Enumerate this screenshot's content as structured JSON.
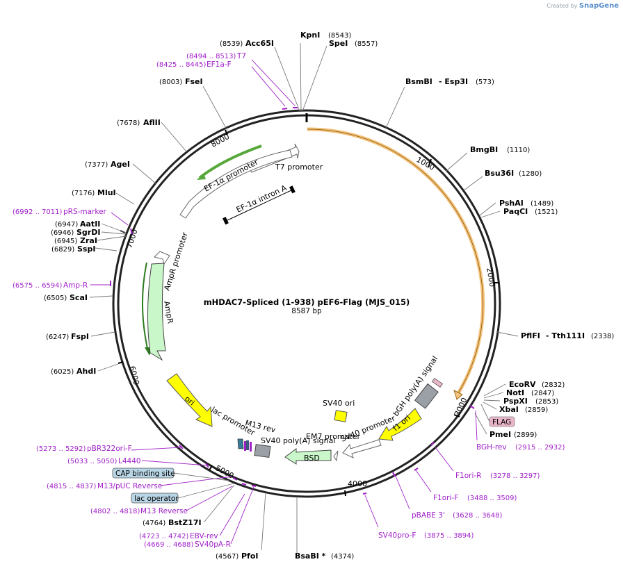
{
  "watermark": {
    "prefix": "Created by",
    "brand": "SnapGene"
  },
  "map": {
    "title": "mHDAC7-Spliced (1-938) pEF6-Flag (MJS_015)",
    "size_label": "8587 bp",
    "total_bp": 8587
  },
  "ticks": [
    "1000",
    "2000",
    "3000",
    "4000",
    "5000",
    "6000",
    "7000",
    "8000"
  ],
  "enzymes": [
    {
      "name": "KpnI",
      "pos": "(8543)"
    },
    {
      "name": "SpeI",
      "pos": "(8557)"
    },
    {
      "name": "Acc65I",
      "pos": "(8539)"
    },
    {
      "name": "BsmBI",
      "extra": "- Esp3I",
      "pos": "(573)"
    },
    {
      "name": "FseI",
      "pos": "(8003)"
    },
    {
      "name": "AflII",
      "pos": "(7678)"
    },
    {
      "name": "BmgBI",
      "pos": "(1110)"
    },
    {
      "name": "AgeI",
      "pos": "(7377)"
    },
    {
      "name": "Bsu36I",
      "pos": "(1280)"
    },
    {
      "name": "MluI",
      "pos": "(7176)"
    },
    {
      "name": "PshAI",
      "pos": "(1489)"
    },
    {
      "name": "PaqCI",
      "pos": "(1521)"
    },
    {
      "name": "AatII",
      "pos": "(6947)"
    },
    {
      "name": "SgrDI",
      "pos": "(6946)"
    },
    {
      "name": "ZraI",
      "pos": "(6945)"
    },
    {
      "name": "SspI",
      "pos": "(6829)"
    },
    {
      "name": "ScaI",
      "pos": "(6505)"
    },
    {
      "name": "FspI",
      "pos": "(6247)"
    },
    {
      "name": "PflFI",
      "extra": "- Tth111I",
      "pos": "(2338)"
    },
    {
      "name": "AhdI",
      "pos": "(6025)"
    },
    {
      "name": "EcoRV",
      "pos": "(2832)"
    },
    {
      "name": "NotI",
      "pos": "(2847)"
    },
    {
      "name": "PspXI",
      "pos": "(2853)"
    },
    {
      "name": "XbaI",
      "pos": "(2859)"
    },
    {
      "name": "PmeI",
      "pos": "(2899)"
    },
    {
      "name": "BstZ17I",
      "pos": "(4764)"
    },
    {
      "name": "PfoI",
      "pos": "(4567)"
    },
    {
      "name": "BsaBI *",
      "pos": "(4374)"
    }
  ],
  "primers": [
    {
      "name": "T7",
      "pos": "(8494 .. 8513)"
    },
    {
      "name": "EF1a-F",
      "pos": "(8425 .. 8445)"
    },
    {
      "name": "pRS-marker",
      "pos": "(6992 .. 7011)"
    },
    {
      "name": "Amp-R",
      "pos": "(6575 .. 6594)"
    },
    {
      "name": "BGH-rev",
      "pos": "(2915 .. 2932)"
    },
    {
      "name": "F1ori-R",
      "pos": "(3278 .. 3297)"
    },
    {
      "name": "F1ori-F",
      "pos": "(3488 .. 3509)"
    },
    {
      "name": "pBABE 3'",
      "pos": "(3628 .. 3648)"
    },
    {
      "name": "SV40pro-F",
      "pos": "(3875 .. 3894)"
    },
    {
      "name": "pBR322ori-F",
      "pos": "(5273 .. 5292)"
    },
    {
      "name": "L4440",
      "pos": "(5033 .. 5050)"
    },
    {
      "name": "M13/pUC Reverse",
      "pos": "(4815 .. 4837)"
    },
    {
      "name": "M13 Reverse",
      "pos": "(4802 .. 4818)"
    },
    {
      "name": "EBV-rev",
      "pos": "(4723 .. 4742)"
    },
    {
      "name": "SV40pA-R",
      "pos": "(4669 .. 4688)"
    }
  ],
  "tags": {
    "flag": "FLAG",
    "cap": "CAP binding site",
    "lac_operator": "lac operator"
  },
  "features": {
    "t7_promoter": "T7 promoter",
    "ef1a_promoter": "EF-1α promoter",
    "ef1a_intron": "EF-1α intron A",
    "ampr_promoter": "AmpR promoter",
    "ampr": "AmpR",
    "ori": "ori",
    "lac_promoter": "lac promoter",
    "m13_rev": "M13 rev",
    "sv40_polya": "SV40 poly(A) signal",
    "bsd": "BSD",
    "em7_promoter": "EM7 promoter",
    "sv40_promoter": "SV40 promoter",
    "f1_ori": "f1 ori",
    "bgh_polya": "bGH poly(A) signal",
    "sv40_ori": "SV40 ori"
  },
  "colors": {
    "insert": "#f5c27a",
    "ef1a": "#57a83a",
    "ampr": "#c9f7c9",
    "ori": "#ffff00",
    "primer": "#a020c8",
    "flag": "#e8b4c8"
  }
}
